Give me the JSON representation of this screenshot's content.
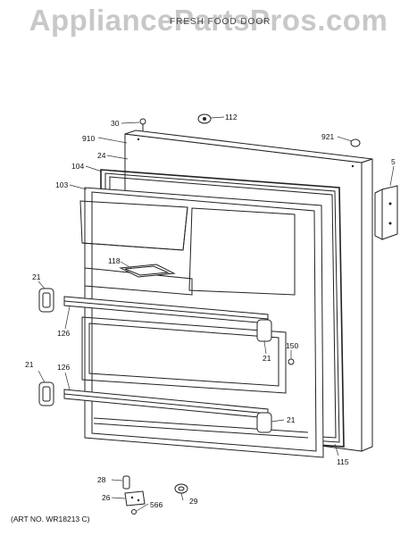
{
  "watermark": "AppliancePartsPros.com",
  "subtitle": "FRESH FOOD DOOR",
  "art_number": "(ART NO. WR18213 C)",
  "callouts": {
    "c30": "30",
    "c112": "112",
    "c910": "910",
    "c921": "921",
    "c24": "24",
    "c104": "104",
    "c103": "103",
    "c5": "5",
    "c118": "118",
    "c21a": "21",
    "c126a": "126",
    "c150": "150",
    "c21b": "21",
    "c21c": "21",
    "c126b": "126",
    "c21d": "21",
    "c115": "115",
    "c28": "28",
    "c26": "26",
    "c566": "566",
    "c29": "29"
  }
}
